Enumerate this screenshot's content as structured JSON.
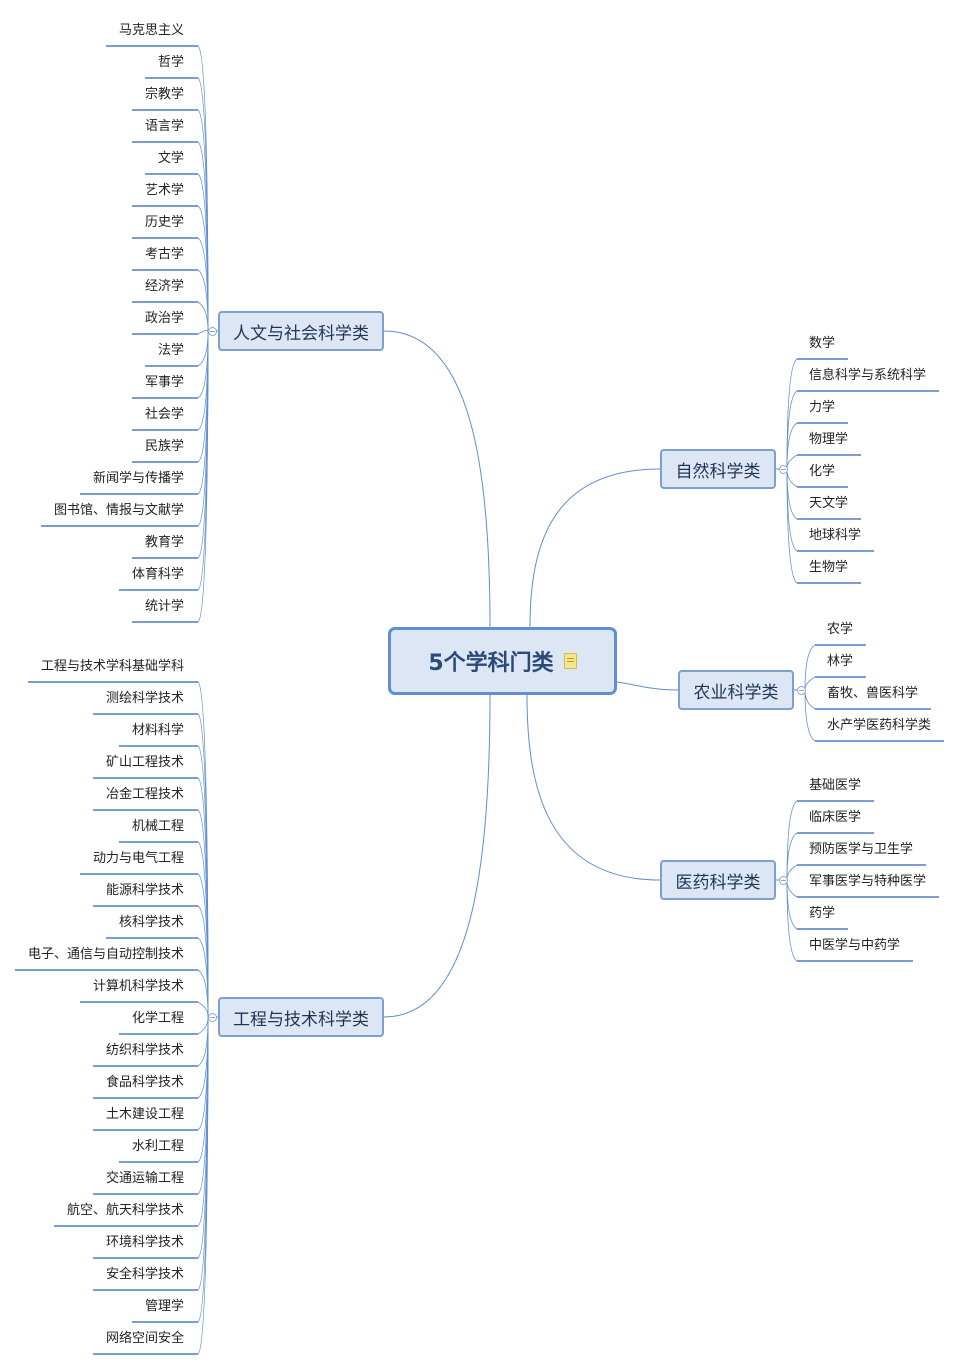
{
  "root": {
    "title": "5个学科门类",
    "icon": "note-icon"
  },
  "branches": [
    {
      "id": "humanities",
      "label": "人文与社会科学类",
      "side": "left",
      "children": [
        "马克思主义",
        "哲学",
        "宗教学",
        "语言学",
        "文学",
        "艺术学",
        "历史学",
        "考古学",
        "经济学",
        "政治学",
        "法学",
        "军事学",
        "社会学",
        "民族学",
        "新闻学与传播学",
        "图书馆、情报与文献学",
        "教育学",
        "体育科学",
        "统计学"
      ]
    },
    {
      "id": "engineering",
      "label": "工程与技术科学类",
      "side": "left",
      "children": [
        "工程与技术学科基础学科",
        "测绘科学技术",
        "材料科学",
        "矿山工程技术",
        "冶金工程技术",
        "机械工程",
        "动力与电气工程",
        "能源科学技术",
        "核科学技术",
        "电子、通信与自动控制技术",
        "计算机科学技术",
        "化学工程",
        "纺织科学技术",
        "食品科学技术",
        "土木建设工程",
        "水利工程",
        "交通运输工程",
        "航空、航天科学技术",
        "环境科学技术",
        "安全科学技术",
        "管理学",
        "网络空间安全"
      ]
    },
    {
      "id": "natural",
      "label": "自然科学类",
      "side": "right",
      "children": [
        "数学",
        "信息科学与系统科学",
        "力学",
        "物理学",
        "化学",
        "天文学",
        "地球科学",
        "生物学"
      ]
    },
    {
      "id": "agriculture",
      "label": "农业科学类",
      "side": "right",
      "children": [
        "农学",
        "林学",
        "畜牧、兽医科学",
        "水产学医药科学类"
      ]
    },
    {
      "id": "medicine",
      "label": "医药科学类",
      "side": "right",
      "children": [
        "基础医学",
        "临床医学",
        "预防医学与卫生学",
        "军事医学与特种医学",
        "药学",
        "中医学与中药学"
      ]
    }
  ],
  "colors": {
    "line": "#5f8fd2",
    "leaf_line": "#4f7fc5",
    "node_fill": "#dce6f4",
    "node_border": "#7ea0cf"
  }
}
